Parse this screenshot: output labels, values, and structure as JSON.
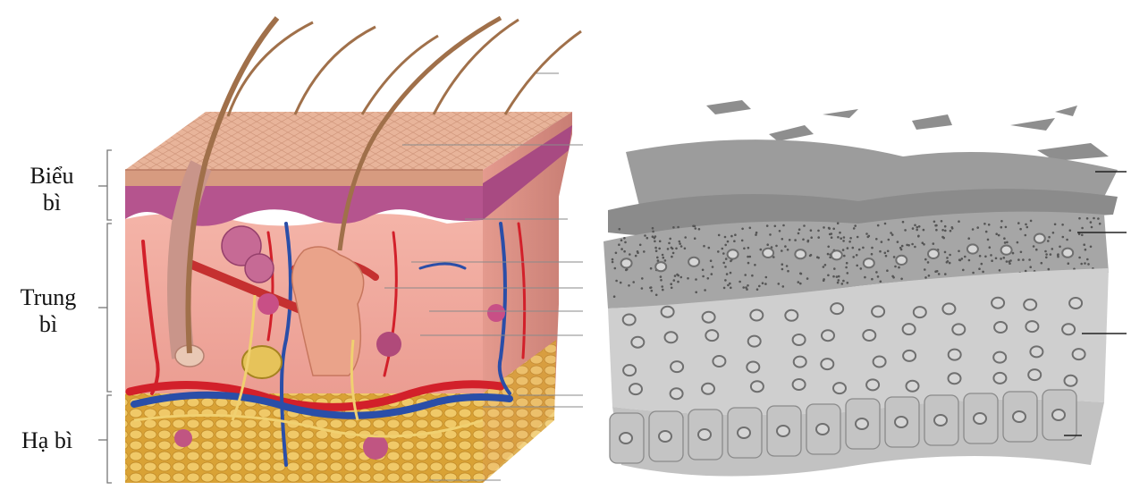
{
  "labels": {
    "epidermis": [
      "Biểu",
      "bì"
    ],
    "dermis": [
      "Trung",
      "bì"
    ],
    "hypodermis": "Hạ bì"
  },
  "colors": {
    "epidermis_top": "#e8b49a",
    "epidermis_band": "#b0508a",
    "dermis": "#f2a8a0",
    "fat": "#e6b84a",
    "artery": "#d2202a",
    "vein": "#2a4ea8",
    "hair": "#a0704a",
    "cell_fill_dark": "#9c9c9c",
    "cell_fill_mid": "#b8b8b8",
    "cell_fill_light": "#cfcfcf",
    "basal_cell": "#c2c2c2",
    "nucleus": "#7a7a7a"
  }
}
